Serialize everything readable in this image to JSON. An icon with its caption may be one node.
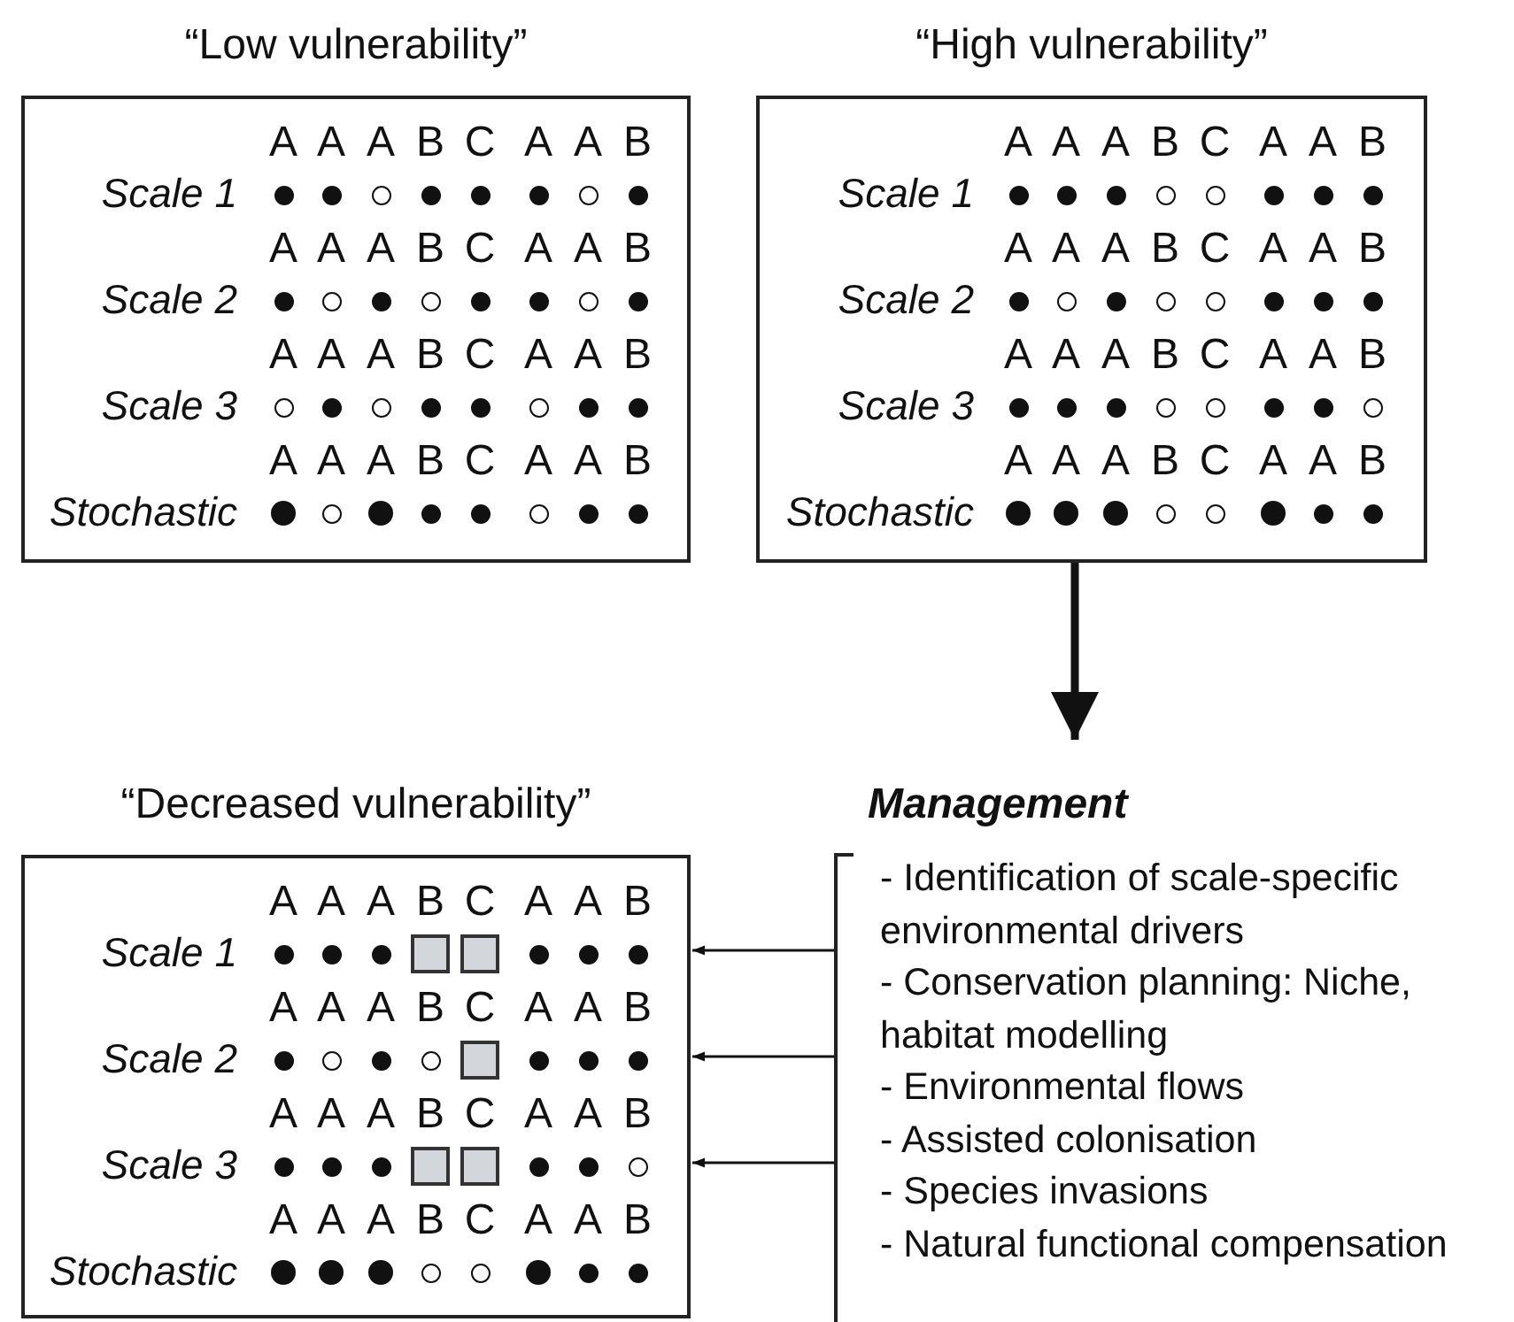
{
  "diagram": {
    "nodes": [
      {
        "text": [
          "“Low vulnerability”",
          "A",
          "A",
          "A",
          "B",
          "C",
          "A",
          "A",
          "B",
          "Scale 1",
          "A",
          "A",
          "A",
          "B",
          "C",
          "A",
          "A",
          "B",
          "Scale 2",
          "A",
          "A",
          "A",
          "B",
          "C",
          "A",
          "A",
          "B",
          "Scale 3",
          "A",
          "A",
          "A",
          "B",
          "C",
          "A",
          "A",
          "B",
          "Stochastic"
        ]
      },
      {
        "text": [
          "“High vulnerability”",
          "A",
          "A",
          "A",
          "B",
          "C",
          "A",
          "A",
          "B",
          "Scale 1",
          "A",
          "A",
          "A",
          "B",
          "C",
          "A",
          "A",
          "B",
          "Scale 2",
          "A",
          "A",
          "A",
          "B",
          "C",
          "A",
          "A",
          "B",
          "Scale 3",
          "A",
          "A",
          "A",
          "B",
          "C",
          "A",
          "A",
          "B",
          "Stochastic"
        ]
      },
      {
        "text": [
          "“Decreased vulnerability”",
          "A",
          "A",
          "A",
          "B",
          "C",
          "A",
          "A",
          "B",
          "Scale 1",
          "A",
          "A",
          "A",
          "B",
          "C",
          "A",
          "A",
          "B",
          "Scale 2",
          "A",
          "A",
          "A",
          "B",
          "C",
          "A",
          "A",
          "B",
          "Scale 3",
          "A",
          "A",
          "A",
          "B",
          "C",
          "A",
          "A",
          "B",
          "Stochastic"
        ]
      },
      {
        "text": [
          "Management",
          "- Identification of scale-specific environmental drivers",
          "- Conservation planning: Niche, habitat modelling",
          "- Environmental flows",
          "- Assisted colonisation",
          "- Species invasions",
          "- Natural functional compensation"
        ]
      }
    ],
    "edges": [
      {
        "from": 1,
        "to": 3,
        "arrow": "to",
        "style": "thick"
      },
      {
        "from": 3,
        "to": 2,
        "arrow": "to"
      },
      {
        "from": 3,
        "to": 2,
        "arrow": "to"
      },
      {
        "from": 3,
        "to": 2,
        "arrow": "to"
      }
    ]
  }
}
